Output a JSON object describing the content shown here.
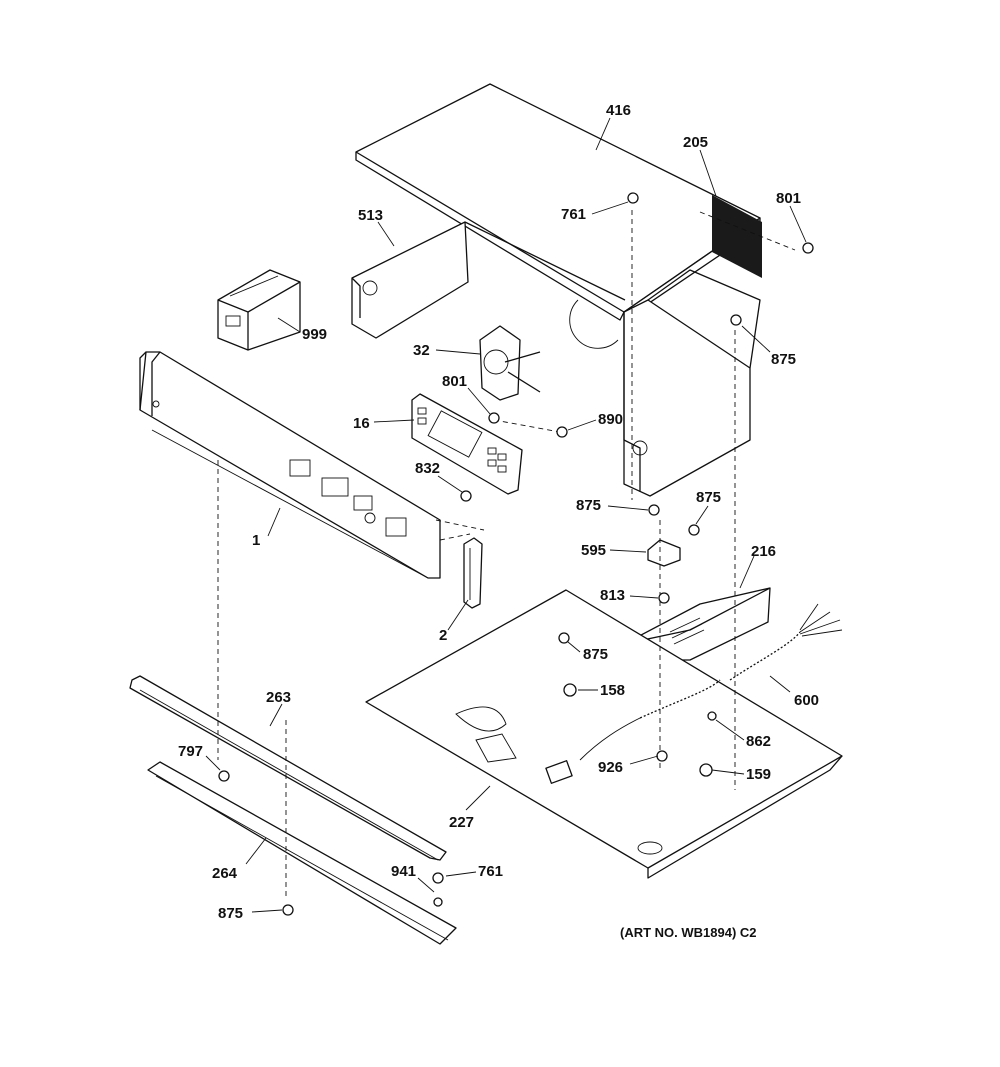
{
  "parts": {
    "p416": "416",
    "p205": "205",
    "p801a": "801",
    "p513": "513",
    "p761a": "761",
    "p999": "999",
    "p875a": "875",
    "p32": "32",
    "p801b": "801",
    "p16": "16",
    "p890": "890",
    "p832": "832",
    "p875b": "875",
    "p875c": "875",
    "p1": "1",
    "p595": "595",
    "p216": "216",
    "p813": "813",
    "p2": "2",
    "p875d": "875",
    "p158": "158",
    "p600": "600",
    "p263": "263",
    "p862": "862",
    "p797": "797",
    "p926": "926",
    "p159": "159",
    "p227": "227",
    "p264": "264",
    "p941": "941",
    "p761b": "761",
    "p875e": "875"
  },
  "art_number": "(ART NO. WB1894) C2"
}
